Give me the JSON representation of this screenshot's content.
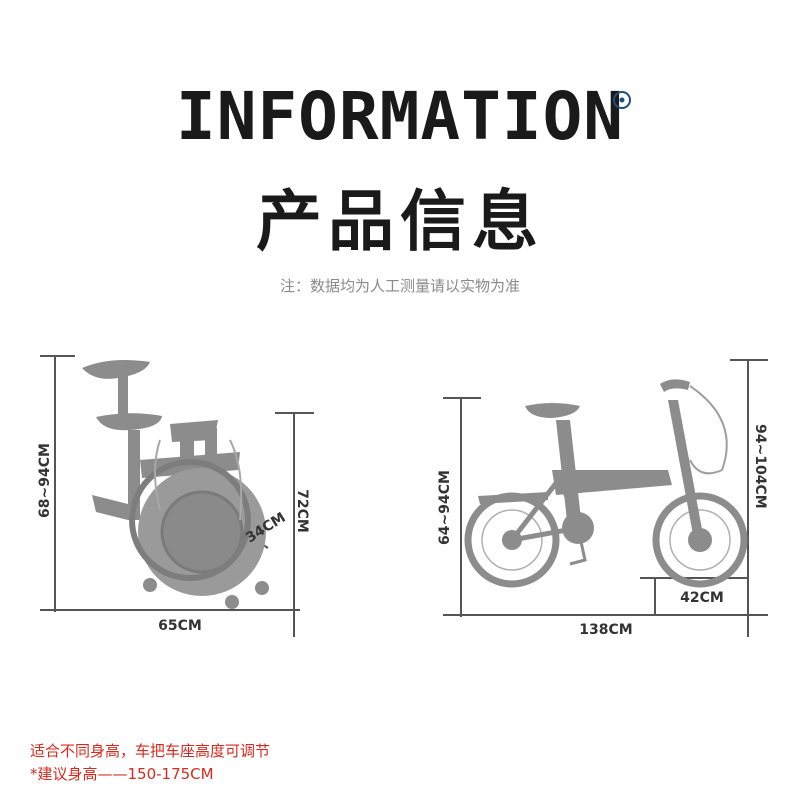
{
  "header": {
    "title_en": "INFORMATION",
    "title_cn": "产品信息",
    "note": "注：数据均为人工测量请以实物为准"
  },
  "folded_bike": {
    "height_range": "68~94CM",
    "height": "72CM",
    "width": "65CM",
    "depth": "34CM"
  },
  "unfolded_bike": {
    "seat_height": "64~94CM",
    "handlebar_height": "94~104CM",
    "length": "138CM",
    "wheel": "42CM"
  },
  "footer": {
    "line1": "适合不同身高，车把车座高度可调节",
    "line2": "*建议身高——150-175CM"
  },
  "colors": {
    "bike": "#8c8c8c",
    "lines": "#555555",
    "accent": "#d62a1e",
    "reg_mark": "#1f4e79"
  }
}
